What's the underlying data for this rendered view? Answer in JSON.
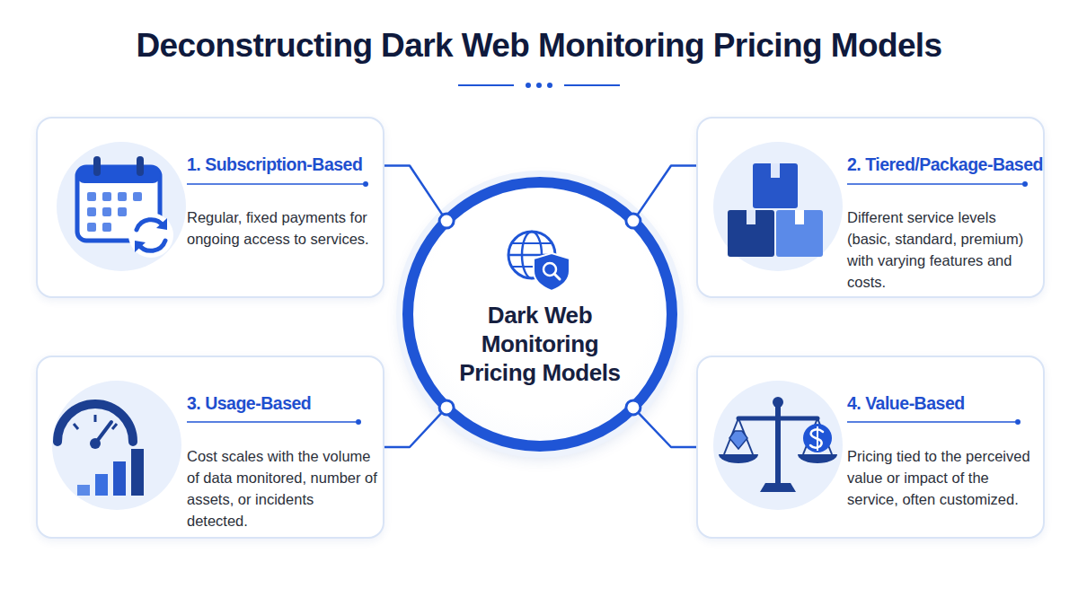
{
  "diagram": {
    "title": "Deconstructing Dark Web Monitoring Pricing Models",
    "nodes": [
      {
        "text": [
          "1. Subscription-Based",
          "Regular, fixed payments for ongoing access to services."
        ]
      },
      {
        "text": [
          "2. Tiered/Package-Based",
          "Different service levels (basic, standard, premium) with varying features and costs."
        ]
      },
      {
        "text": [
          "Dark Web Monitoring Pricing Models"
        ]
      },
      {
        "text": [
          "3. Usage-Based",
          "Cost scales with the volume of data monitored, number of assets, or incidents detected."
        ]
      },
      {
        "text": [
          "4. Value-Based",
          "Pricing tied to the perceived value or impact of the service, often customized."
        ]
      }
    ],
    "edges": [
      {
        "from": 2,
        "to": 0,
        "arrow": "none"
      },
      {
        "from": 2,
        "to": 1,
        "arrow": "none"
      },
      {
        "from": 2,
        "to": 3,
        "arrow": "none"
      },
      {
        "from": 2,
        "to": 4,
        "arrow": "none"
      }
    ]
  }
}
